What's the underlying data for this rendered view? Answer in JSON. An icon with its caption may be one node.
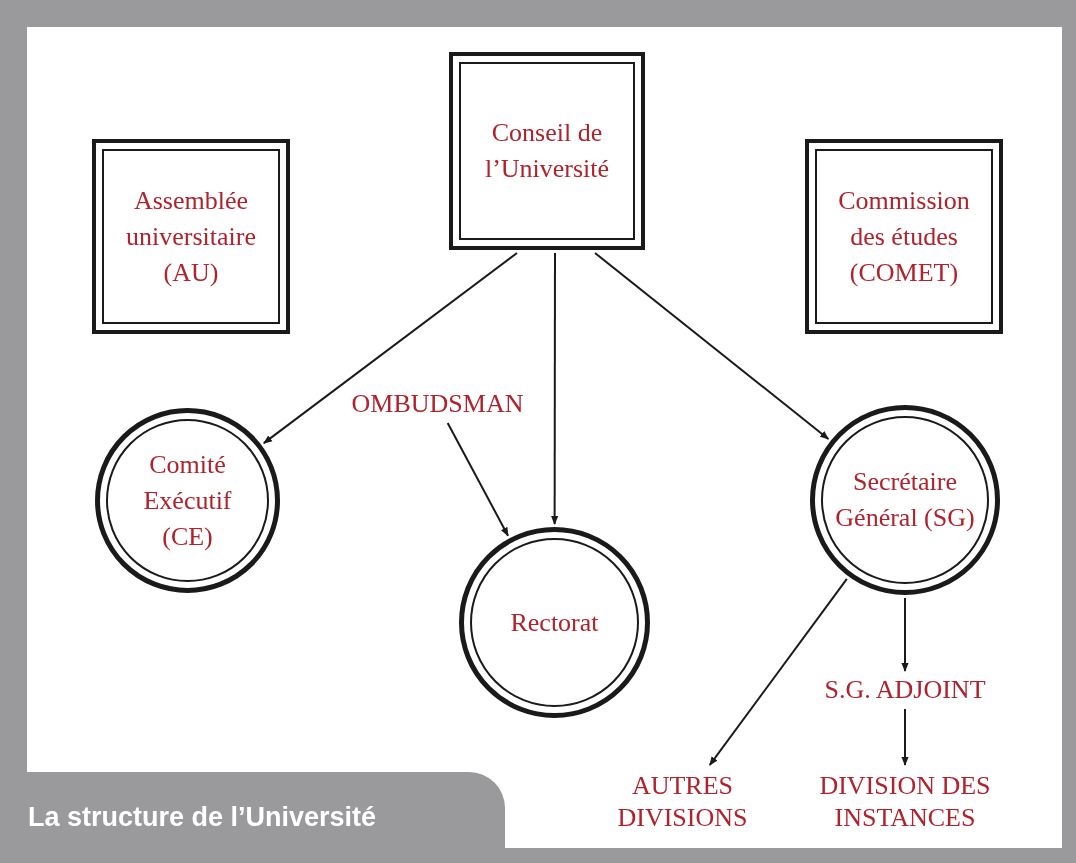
{
  "diagram": {
    "title": "La structure de l’Université",
    "nodes": [
      {
        "text": [
          "Conseil de l’Université"
        ]
      },
      {
        "text": [
          "Assemblée universitaire (AU)"
        ]
      },
      {
        "text": [
          "Commission des études (COMET)"
        ]
      },
      {
        "text": [
          "Comité Exécutif (CE)"
        ]
      },
      {
        "text": [
          "OMBUDSMAN"
        ]
      },
      {
        "text": [
          "Rectorat"
        ]
      },
      {
        "text": [
          "Secrétaire Général (SG)"
        ]
      },
      {
        "text": [
          "S.G. ADJOINT"
        ]
      },
      {
        "text": [
          "AUTRES DIVISIONS"
        ]
      },
      {
        "text": [
          "DIVISION DES INSTANCES"
        ]
      }
    ],
    "edges": [
      {
        "from": 0,
        "to": 3,
        "arrow": "to"
      },
      {
        "from": 0,
        "to": 5,
        "arrow": "to"
      },
      {
        "from": 0,
        "to": 6,
        "arrow": "to"
      },
      {
        "from": 4,
        "to": 5,
        "arrow": "to"
      },
      {
        "from": 6,
        "to": 8,
        "arrow": "to"
      },
      {
        "from": 6,
        "to": 7,
        "arrow": "to"
      },
      {
        "from": 7,
        "to": 9,
        "arrow": "to"
      }
    ]
  }
}
